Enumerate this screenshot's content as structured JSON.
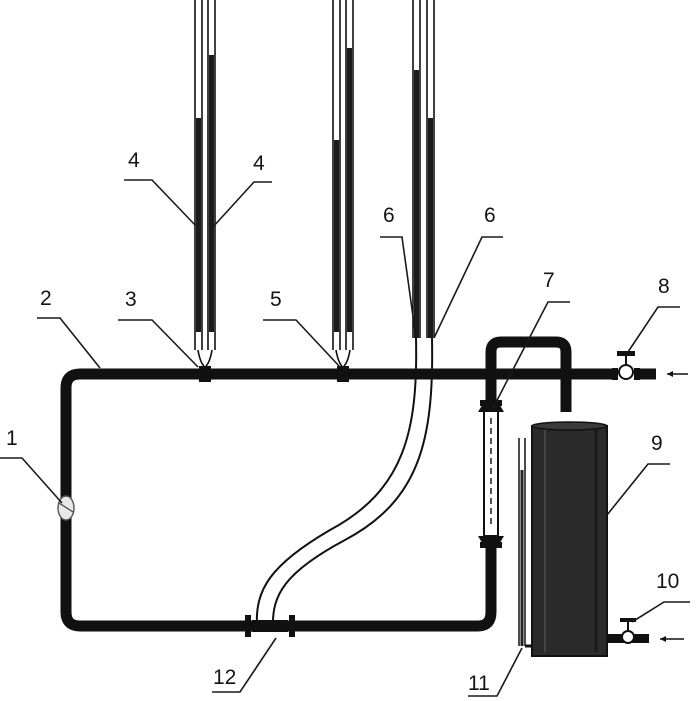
{
  "labels": {
    "n1": "1",
    "n2": "2",
    "n3": "3",
    "n4a": "4",
    "n4b": "4",
    "n5": "5",
    "n6a": "6",
    "n6b": "6",
    "n7": "7",
    "n8": "8",
    "n9": "9",
    "n10": "10",
    "n11": "11",
    "n12": "12"
  },
  "colors": {
    "ink": "#111111",
    "tank": "#2a2a2a",
    "background": "#ffffff"
  }
}
